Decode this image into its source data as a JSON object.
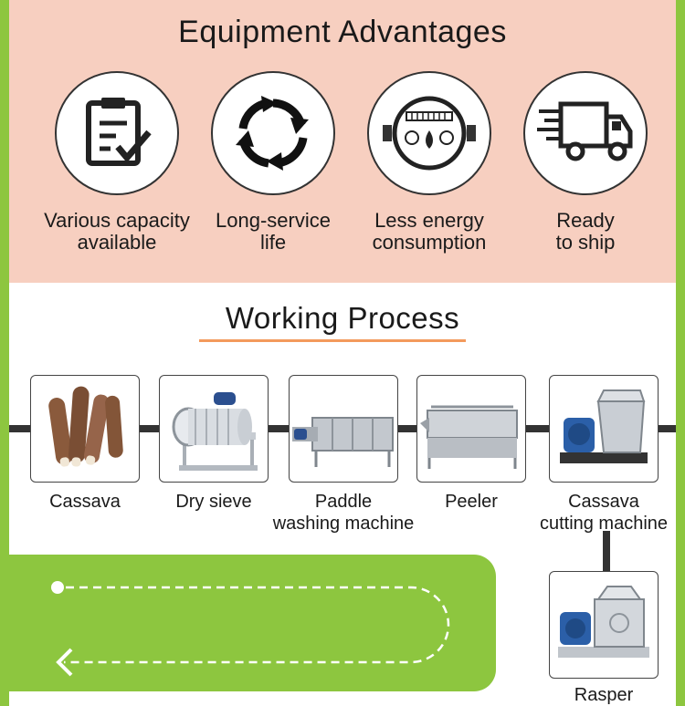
{
  "advantages": {
    "title": "Equipment Advantages",
    "items": [
      {
        "label": "Various capacity\navailable",
        "icon": "clipboard-check-icon"
      },
      {
        "label": "Long-service\nlife",
        "icon": "cycle-arrows-icon"
      },
      {
        "label": "Less energy\nconsumption",
        "icon": "energy-meter-icon"
      },
      {
        "label": "Ready\nto ship",
        "icon": "delivery-truck-icon"
      }
    ]
  },
  "process": {
    "title": "Working Process",
    "steps": [
      {
        "label": "Cassava",
        "icon": "cassava-roots-icon"
      },
      {
        "label": "Dry sieve",
        "icon": "dry-sieve-machine-icon"
      },
      {
        "label": "Paddle\nwashing machine",
        "icon": "paddle-washer-icon"
      },
      {
        "label": "Peeler",
        "icon": "peeler-machine-icon"
      },
      {
        "label": "Cassava\ncutting machine",
        "icon": "cutting-machine-icon"
      },
      {
        "label": "Rasper",
        "icon": "rasper-machine-icon"
      }
    ]
  },
  "colors": {
    "frame_green": "#8dc63f",
    "top_panel": "#f7cfc0",
    "accent_orange": "#f39a5c"
  }
}
